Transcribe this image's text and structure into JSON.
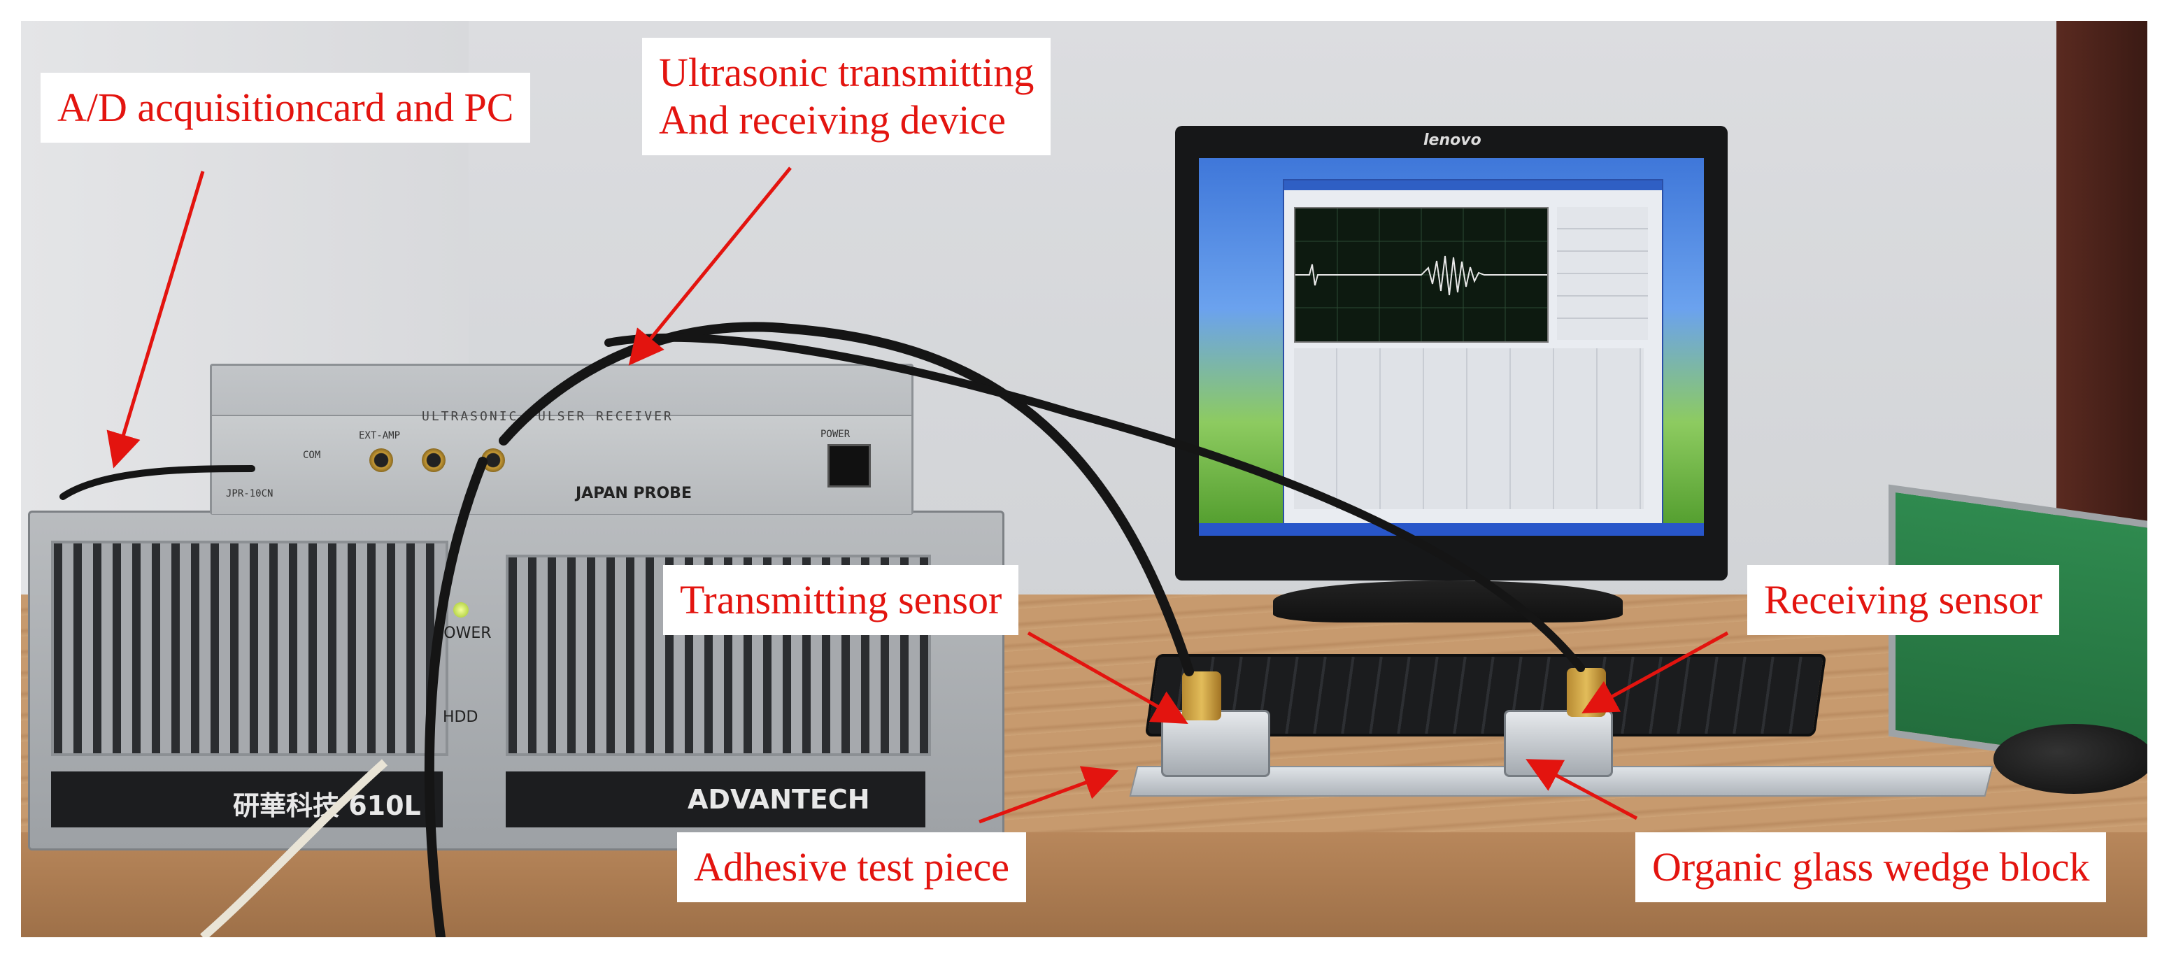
{
  "annotations": {
    "ad_card_pc": "A/D acquisitioncard and PC",
    "ultrasonic_device": "Ultrasonic transmitting\nAnd receiving device",
    "transmitting_sensor": "Transmitting sensor",
    "receiving_sensor": "Receiving sensor",
    "adhesive_test_piece": "Adhesive test piece",
    "wedge_block": "Organic glass wedge block"
  },
  "equipment_text": {
    "receiver_title": "ULTRASONIC PULSER RECEIVER",
    "receiver_maker": "JAPAN PROBE",
    "receiver_power": "POWER",
    "receiver_model": "JPR-10CN",
    "receiver_ext_amp": "EXT-AMP",
    "receiver_com": "COM",
    "monitor_brand": "lenovo",
    "pc_brand_left": "研華科技 610L",
    "pc_brand_right": "ADVANTECH",
    "pc_power_label": "POWER",
    "pc_hdd_label": "HDD"
  },
  "colors": {
    "annotation_text": "#e3140f",
    "arrow": "#e3140f",
    "label_background": "#ffffff"
  }
}
